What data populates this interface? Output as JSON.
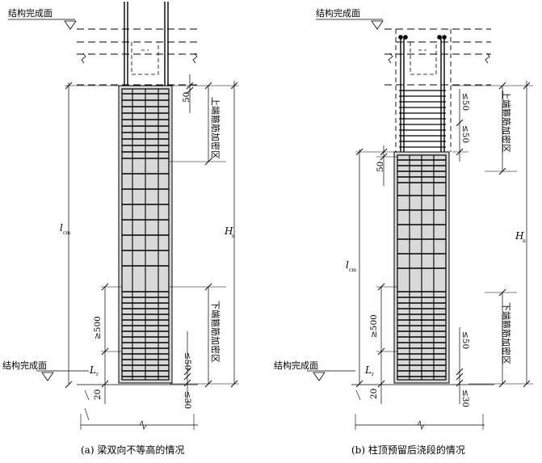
{
  "colors": {
    "ink": "#000000",
    "concrete": "#d9d9d9",
    "paper": "#ffffff"
  },
  "left": {
    "caption": "(a) 梁双向不等高的情况",
    "top_label": "结构完成面",
    "bottom_label": "结构完成面",
    "zone_upper": "上端箍筋加密区",
    "zone_lower": "下端箍筋加密区",
    "dim_50_top": "50",
    "dim_le50": "≤50",
    "dim_ge500": "≥500",
    "dim_20": "20",
    "dim_le30": "≤30",
    "sym_lcm": "l",
    "sym_lcm_sub": "cm",
    "sym_hn": "H",
    "sym_hn_sub": "n",
    "sym_lr": "L",
    "sym_lr_sub": "r"
  },
  "right": {
    "caption": "(b) 柱顶预留后浇段的情况",
    "top_label": "结构完成面",
    "bottom_label": "结构完成面",
    "zone_upper": "上端箍筋加密区",
    "zone_lower": "下端箍筋加密区",
    "dim_50_top": "50",
    "dim_le50_a": "≤50",
    "dim_le50_b": "≤50",
    "dim_le50_c": "≤50",
    "dim_ge500": "≥500",
    "dim_20": "20",
    "dim_le30": "≤30",
    "sym_lcm": "l",
    "sym_lcm_sub": "cm",
    "sym_hn": "H",
    "sym_hn_sub": "n",
    "sym_lr": "L",
    "sym_lr_sub": "r"
  }
}
